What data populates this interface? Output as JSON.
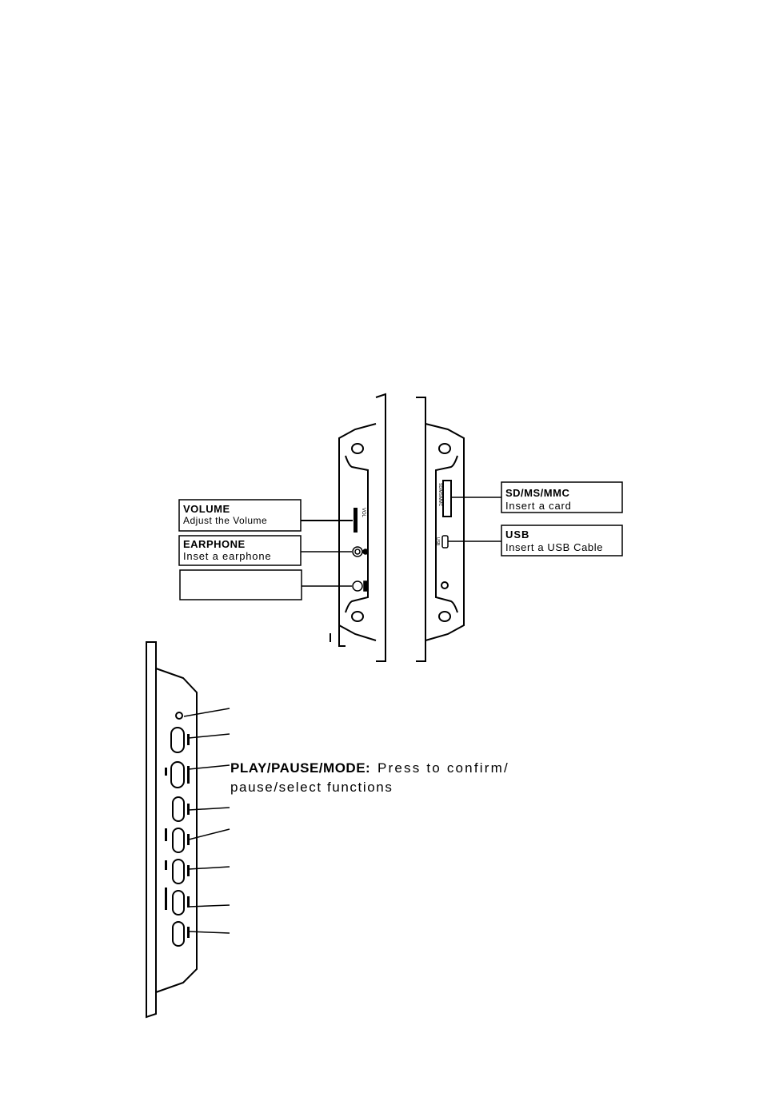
{
  "callouts": {
    "volume": {
      "title": "VOLUME",
      "description": "Adjust the Volume"
    },
    "earphone": {
      "title": "EARPHONE",
      "description": "Inset a earphone"
    },
    "power_box": {
      "title": "",
      "description": ""
    },
    "card_slot": {
      "title": "SD/MS/MMC",
      "description": "Insert a card"
    },
    "usb": {
      "title": "USB",
      "description": "Insert a USB Cable"
    }
  },
  "bottom_panel": {
    "play_pause_mode": {
      "label_bold": "PLAY/PAUSE/MODE:",
      "label_rest": "Press to confirm/",
      "label_line2": "pause/select functions"
    }
  },
  "colors": {
    "line": "#000000",
    "background": "#ffffff"
  }
}
